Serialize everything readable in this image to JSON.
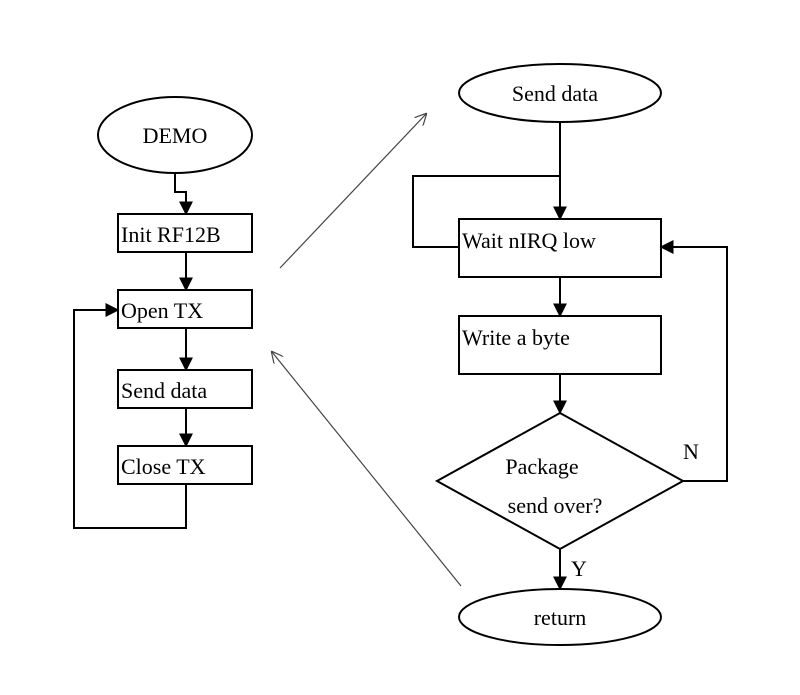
{
  "left_flow": {
    "start": "DEMO",
    "init": "Init RF12B",
    "open_tx": "Open TX",
    "send_data": "Send data",
    "close_tx": "Close TX"
  },
  "right_flow": {
    "start": "Send data",
    "wait": "Wait nIRQ low",
    "write": "Write a byte",
    "decision_line1": "Package",
    "decision_line2": "send over?",
    "no_label": "N",
    "yes_label": "Y",
    "end": "return"
  },
  "colors": {
    "stroke": "#000000",
    "background": "#ffffff"
  }
}
